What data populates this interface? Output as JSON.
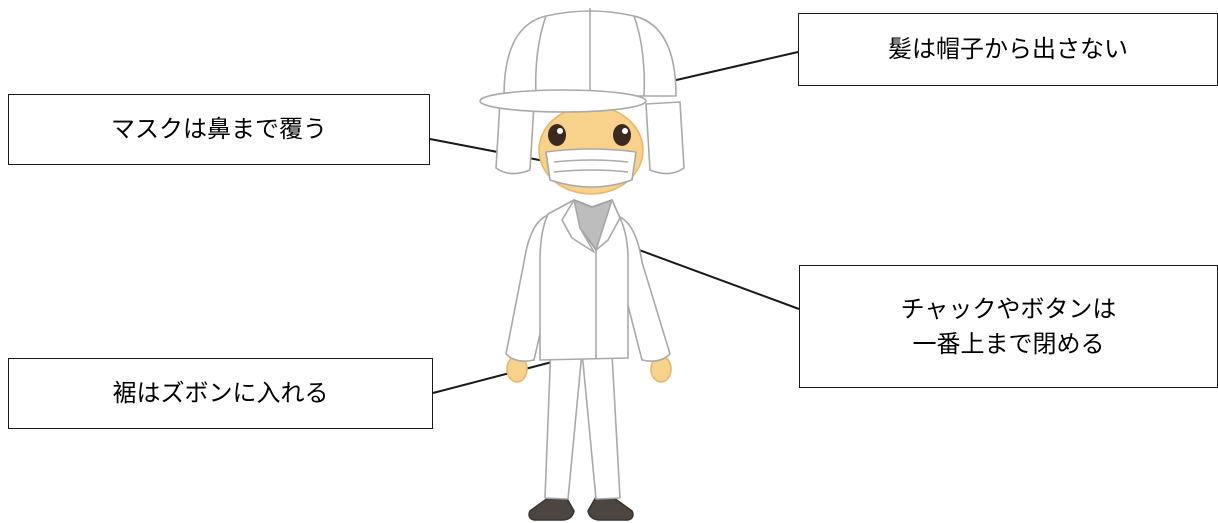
{
  "labels": {
    "hair": "髪は帽子から出さない",
    "mask": "マスクは鼻まで覆う",
    "zipper_line1": "チャックやボタンは",
    "zipper_line2": "一番上まで閉める",
    "hem": "裾はズボンに入れる"
  },
  "colors": {
    "skin": "#f8d18a",
    "outline": "#a9a9a9",
    "garment": "#ffffff",
    "undershirt": "#bdbdbd",
    "shoes": "#4d4640",
    "eyes": "#3b2a1f",
    "leader": "#1a1a1a"
  }
}
